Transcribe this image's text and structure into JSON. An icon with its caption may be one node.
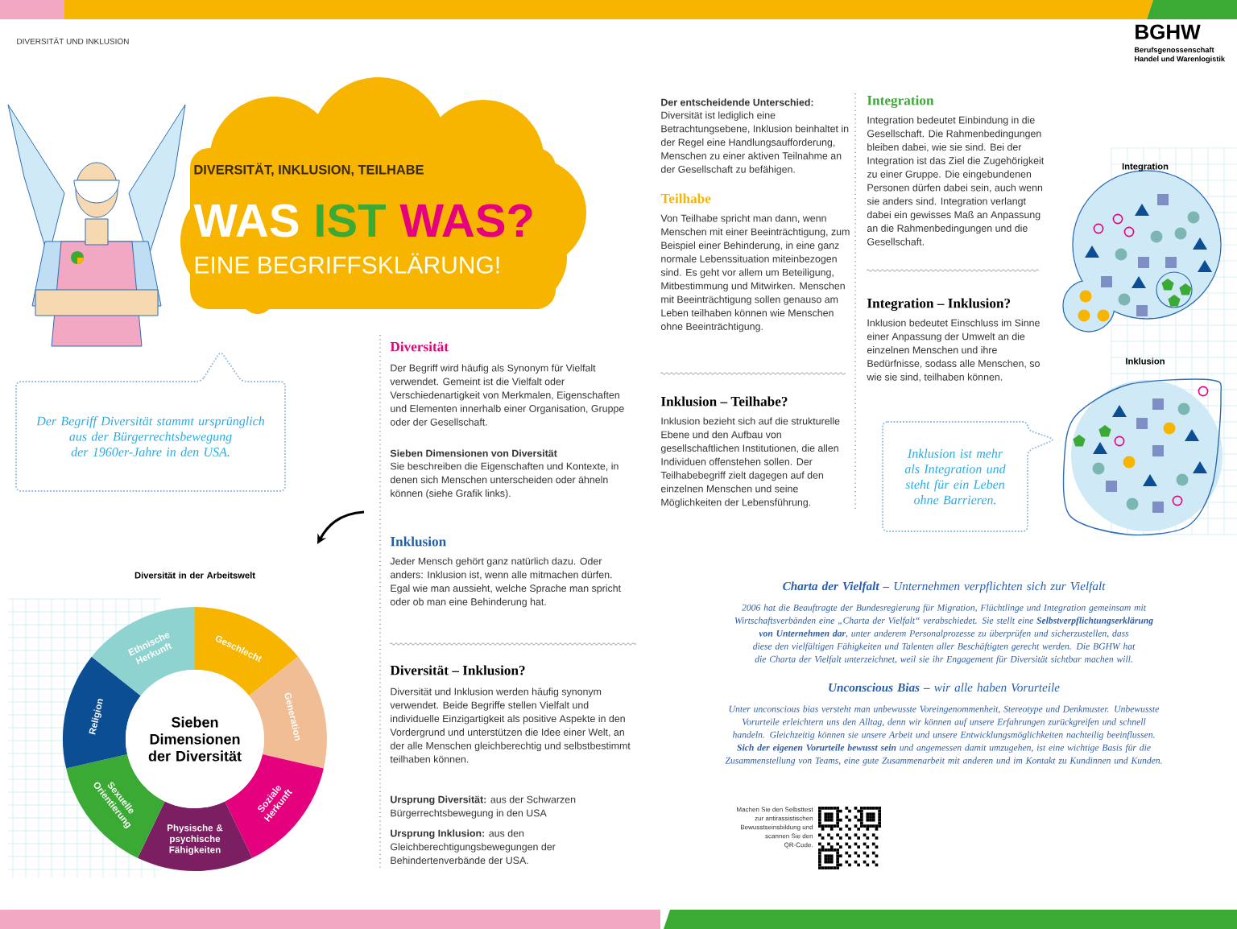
{
  "diagram": {
    "nodes": [
      {
        "text": [
          "DIVERSITÄT, INKLUSION, TEILHABE",
          "WAS",
          "IST",
          "WAS?",
          "EINE BEGRIFFSKLÄRUNG!"
        ]
      },
      {
        "text": [
          "Der Begriff Diversität stammt ursprünglich aus der Bürgerrechtsbewegung der 1960er-Jahre in den USA."
        ]
      },
      {
        "text": [
          "Sieben Dimensionen der Diversität"
        ]
      },
      {
        "text": [
          "Geschlecht"
        ]
      },
      {
        "text": [
          "Generation"
        ]
      },
      {
        "text": [
          "Soziale Herkunft"
        ]
      },
      {
        "text": [
          "Physische & psychische Fähigkeiten"
        ]
      },
      {
        "text": [
          "Sexuelle Orientierung"
        ]
      },
      {
        "text": [
          "Religion"
        ]
      },
      {
        "text": [
          "Ethnische Herkunft"
        ]
      },
      {
        "text": [
          "Inklusion ist mehr als Integration und steht für ein Leben ohne Barrieren."
        ]
      }
    ],
    "labels": [
      "DIVERSITÄT UND INKLUSION",
      "BGHW",
      "Berufsgenossenschaft Handel und Warenlogistik",
      "Diversität in der Arbeitswelt",
      "Diversität",
      "Der Begriff wird häufig als Synonym für Vielfalt verwendet. Gemeint ist die Vielfalt oder Verschiedenartigkeit von Merkmalen, Eigenschaften und Elementen innerhalb einer Organisation, Gruppe oder der Gesellschaft.",
      "Sieben Dimensionen von Diversität",
      "Sie beschreiben die Eigenschaften und Kontexte, in denen sich Menschen unterscheiden oder ähneln können (siehe Grafik links).",
      "Inklusion",
      "Jeder Mensch gehört ganz natürlich dazu. Oder anders: Inklusion ist, wenn alle mitmachen dürfen. Egal wie man aussieht, welche Sprache man spricht oder ob man eine Behinderung hat.",
      "Diversität – Inklusion?",
      "Diversität und Inklusion werden häufig synonym verwendet. Beide Begriffe stellen Vielfalt und individuelle Einzigartigkeit als positive Aspekte in den Vordergrund und unterstützen die Idee einer Welt, an der alle Menschen gleichberechtig und selbstbestimmt teilhaben können.",
      "**Ursprung Diversität:** aus der Schwarzen Bürgerrechtsbewegung in den USA",
      "**Ursprung Inklusion:** aus den Gleichberechtigungsbewegungen der Behindertenverbände der USA.",
      "Der entscheidende Unterschied:",
      "Diversität ist lediglich eine Betrachtungsebene, Inklusion beinhaltet in der Regel eine Handlungsaufforderung, Menschen zu einer aktiven Teilnahme an der Gesellschaft zu befähigen.",
      "Teilhabe",
      "Von Teilhabe spricht man dann, wenn Menschen mit einer Beeinträchtigung, zum Beispiel einer Behinderung, in eine ganz normale Lebenssituation miteinbezogen sind. Es geht vor allem um Beteiligung, Mitbestimmung und Mitwirken. Menschen mit Beeinträchtigung sollen genauso am Leben teilhaben können wie Menschen ohne Beeinträchtigung.",
      "Inklusion – Teilhabe?",
      "Inklusion bezieht sich auf die strukturelle Ebene und den Aufbau von gesellschaftlichen Institutionen, die allen Individuen offenstehen sollen. Der Teilhabebegriff zielt dagegen auf den einzelnen Menschen und seine Möglichkeiten der Lebensführung.",
      "Integration",
      "Integration bedeutet Einbindung in die Gesellschaft. Die Rahmenbedingungen bleiben dabei, wie sie sind. Bei der Integration ist das Ziel die Zugehörigkeit zu einer Gruppe. Die eingebundenen Personen dürfen dabei sein, auch wenn sie anders sind. Integration verlangt dabei ein gewisses Maß an Anpassung an die Rahmenbedingungen und die Gesellschaft.",
      "Integration – Inklusion?",
      "Inklusion bedeutet Einschluss im Sinne einer Anpassung der Umwelt an die einzelnen Menschen und ihre Bedürfnisse, sodass alle Menschen, so wie sie sind, teilhaben können.",
      "Integration",
      "Inklusion",
      "**Charta der Vielfalt –** Unternehmen verpflichten sich zur Vielfalt",
      "2006 hat die Beauftragte der Bundesregierung für Migration, Flüchtlinge und Integration gemeinsam mit Wirtschaftsverbänden eine „Charta der Vielfalt“ verabschiedet. Sie stellt eine **Selbstverpflichtungserklärung von Unternehmen dar**, unter anderem Personalprozesse zu überprüfen und sicherzustellen, dass diese den vielfältigen Fähigkeiten und Talenten aller Beschäftigten gerecht werden. Die BGHW hat die Charta der Vielfalt unterzeichnet, weil sie ihr Engagement für Diversität sichtbar machen will.",
      "**Unconscious Bias –** wir alle haben Vorurteile",
      "Unter unconscious bias versteht man unbewusste Voreingenommenheit, Stereotype und Denkmuster. Unbewusste Vorurteile erleichtern uns den Alltag, denn wir können auf unsere Erfahrungen zurückgreifen und schnell handeln. Gleichzeitig können sie unsere Arbeit und unsere Entwicklungsmöglichkeiten nachteilig beeinflussen. **Sich der eigenen Vorurteile bewusst sein** und angemessen damit umzugehen, ist eine wichtige Basis für die Zusammenstellung von Teams, eine gute Zusammenarbeit mit anderen und im Kontakt zu Kundinnen und Kunden.",
      "Machen Sie den Selbsttest zur antirassistischen Bewusstseinsbildung und scannen Sie den QR-Code."
    ]
  }
}
